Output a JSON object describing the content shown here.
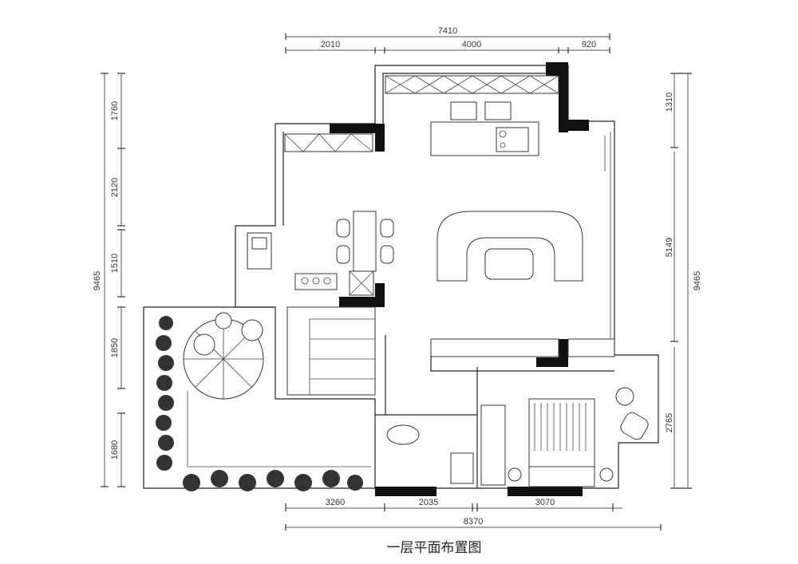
{
  "title": "一层平面布置图",
  "dimensions": {
    "top_total": "7410",
    "top_segments": [
      "2010",
      "4000",
      "920"
    ],
    "left_total": "9465",
    "left_segments": [
      "1760",
      "2120",
      "1510",
      "1850",
      "1680"
    ],
    "right_total": "9465",
    "right_segments": [
      "1310",
      "5149",
      "2765"
    ],
    "bottom_total": "8370",
    "bottom_segments": [
      "3260",
      "2035",
      "3070"
    ]
  }
}
